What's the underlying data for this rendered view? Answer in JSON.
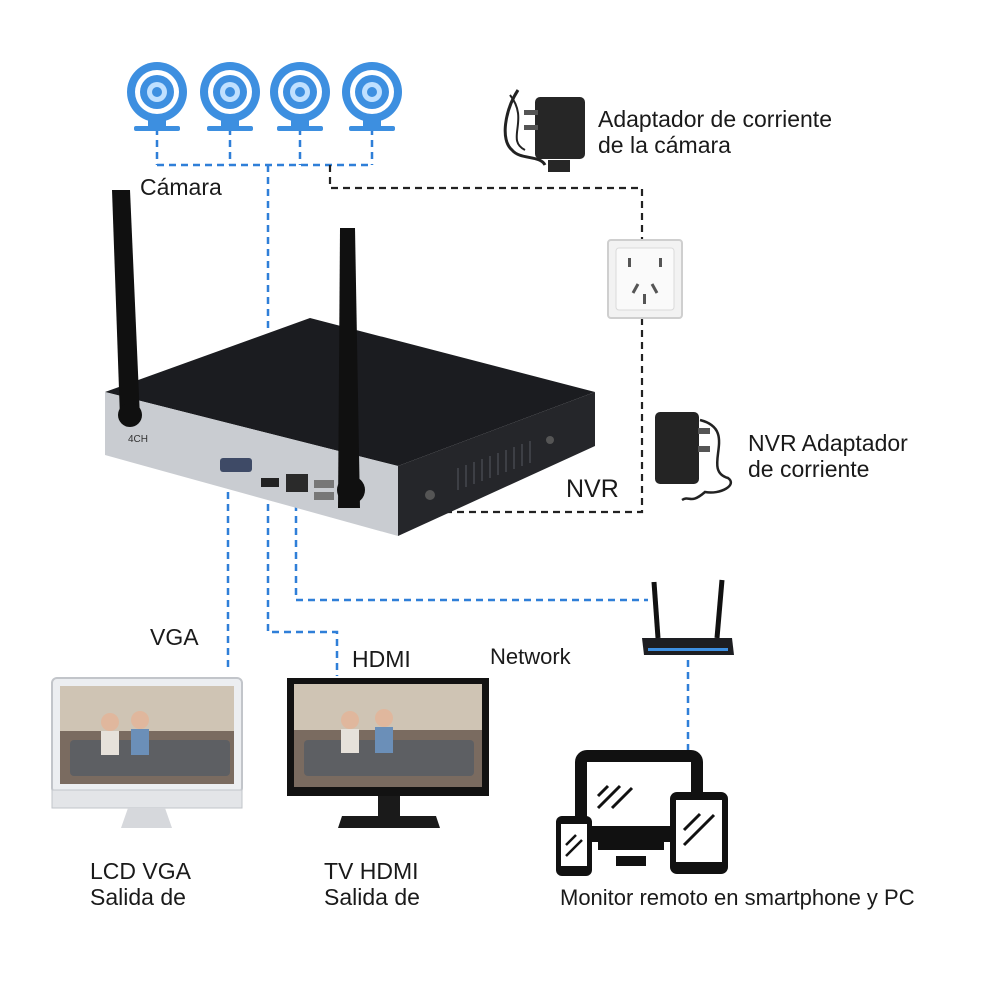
{
  "labels": {
    "camera": "Cámara",
    "camera_adapter_line1": "Adaptador de corriente",
    "camera_adapter_line2": "de la cámara",
    "nvr_adapter_line1": "NVR Adaptador",
    "nvr_adapter_line2": "de corriente",
    "nvr": "NVR",
    "vga": "VGA",
    "hdmi": "HDMI",
    "network": "Network",
    "lcd_line1": "LCD VGA",
    "lcd_line2": "Salida de",
    "tv_line1": "TV HDMI",
    "tv_line2": "Salida de",
    "remote": "Monitor remoto en smartphone y PC",
    "nvr_badge": "4CH"
  },
  "colors": {
    "link_blue": "#2f7fd8",
    "power_black": "#222222",
    "camera_blue": "#3d8fe0",
    "nvr_top": "#1b1c20",
    "nvr_front": "#c9ccd1"
  }
}
